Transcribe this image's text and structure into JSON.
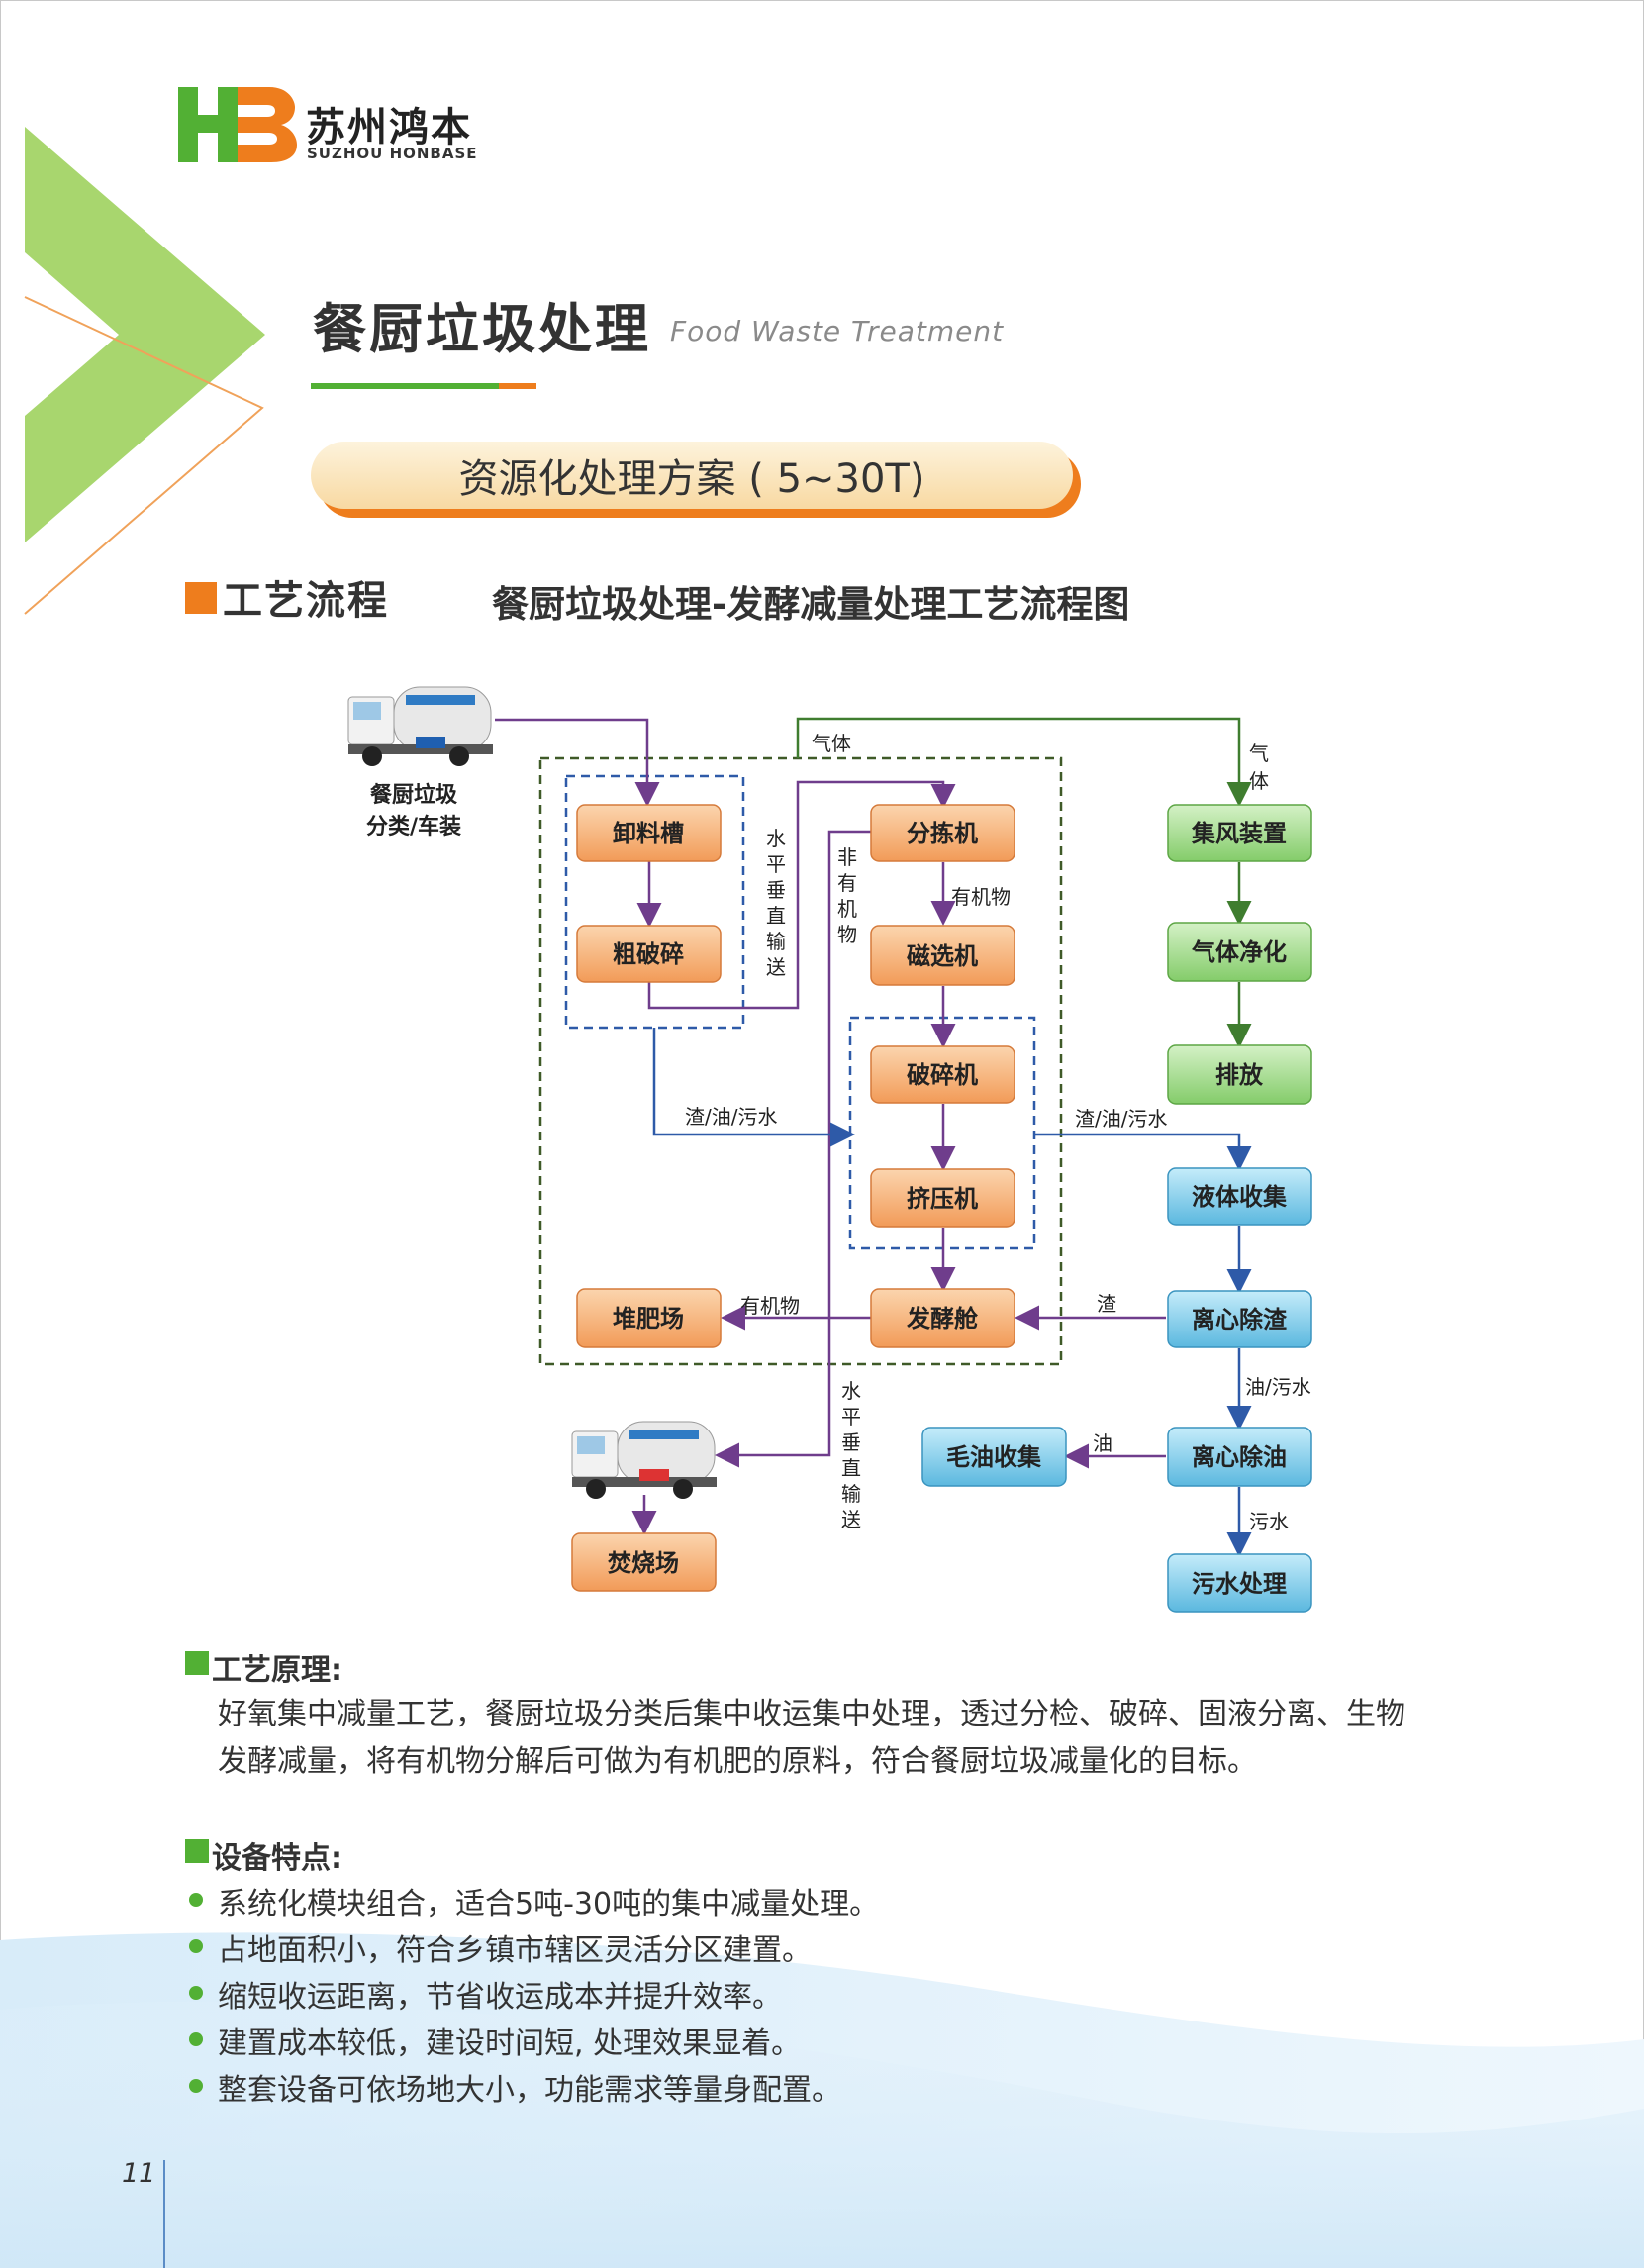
{
  "logo": {
    "mark": "HB",
    "name_cn": "苏州鸿本",
    "name_en": "SUZHOU HONBASE"
  },
  "page_title": {
    "cn": "餐厨垃圾处理",
    "en": "Food Waste Treatment"
  },
  "banner": "资源化处理方案 ( 5~30T)",
  "process": {
    "heading": "工艺流程",
    "chart_title": "餐厨垃圾处理-发酵减量处理工艺流程图"
  },
  "diagram": {
    "source_label_1": "餐厨垃圾",
    "source_label_2": "分类/车装",
    "nodes": {
      "unload": "卸料槽",
      "crush": "粗破碎",
      "sort": "分拣机",
      "magnet": "磁选机",
      "shred": "破碎机",
      "squeeze": "挤压机",
      "ferment": "发酵舱",
      "compost": "堆肥场",
      "incinerate": "焚烧场",
      "collect_air": "集风装置",
      "purify": "气体净化",
      "discharge": "排放",
      "liquid": "液体收集",
      "centri_slag": "离心除渣",
      "centri_oil": "离心除油",
      "crude_oil": "毛油收集",
      "sewage": "污水处理"
    },
    "edges": {
      "gas_top": "气体",
      "gas_side_1": "气",
      "gas_side_2": "体",
      "horiz_vert_1": [
        "水",
        "平",
        "垂",
        "直",
        "输",
        "送"
      ],
      "nonorganic": [
        "非",
        "有",
        "机",
        "物"
      ],
      "organic_down": "有机物",
      "residue_left": "渣/油/污水",
      "residue_right": "渣/油/污水",
      "organic_left": "有机物",
      "slag": "渣",
      "oil_water": "油/污水",
      "oil": "油",
      "sewage_water": "污水",
      "horiz_vert_2": [
        "水",
        "平",
        "垂",
        "直",
        "输",
        "送"
      ]
    }
  },
  "principle": {
    "heading": "工艺原理:",
    "line1": "好氧集中减量工艺，餐厨垃圾分类后集中收运集中处理，透过分检、破碎、固液分离、生物",
    "line2": "发酵减量，将有机物分解后可做为有机肥的原料，符合餐厨垃圾减量化的目标。"
  },
  "features": {
    "heading": "设备特点:",
    "items": [
      "系统化模块组合，适合5吨-30吨的集中减量处理。",
      "占地面积小，符合乡镇市辖区灵活分区建置。",
      "缩短收运距离，节省收运成本并提升效率。",
      "建置成本较低，建设时间短, 处理效果显着。",
      "整套设备可依场地大小，功能需求等量身配置。"
    ]
  },
  "page_number": "11",
  "colors": {
    "brand_green": "#52b034",
    "brand_orange": "#ee7d1d",
    "node_orange": "#f4a96a",
    "node_green": "#8fd27a",
    "node_blue": "#6cc3e2",
    "flow_purple": "#6f3d8c",
    "flow_blue": "#2e5aa8",
    "flow_green": "#3f7d2f"
  }
}
